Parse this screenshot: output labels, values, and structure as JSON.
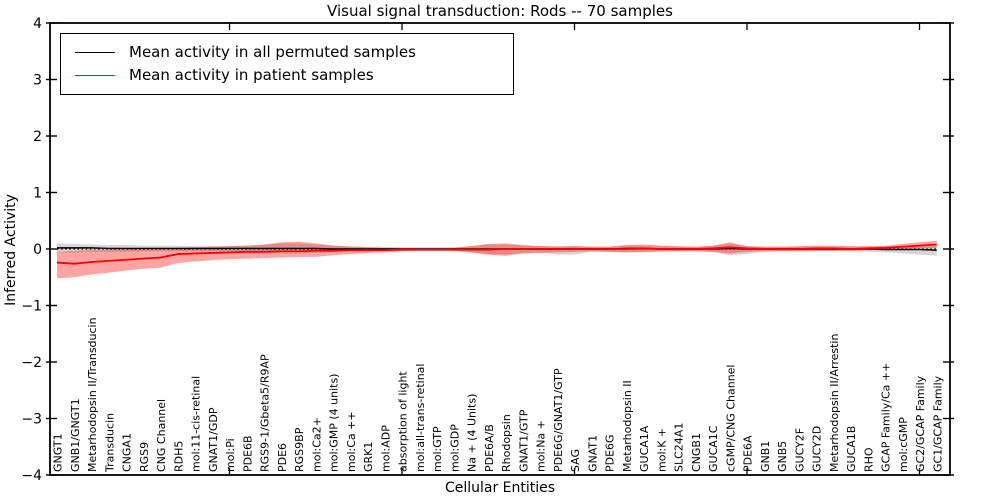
{
  "figure": {
    "title": "Visual signal transduction: Rods -- 70 samples",
    "xlabel": "Cellular Entities",
    "ylabel": "Inferred Activity"
  },
  "legend": {
    "items": [
      {
        "label": "Mean activity in all permuted samples",
        "color": "#000000"
      },
      {
        "label": "Mean activity in patient samples",
        "color": "#ff0000"
      }
    ],
    "position": "upper left"
  },
  "chart_data": {
    "type": "line",
    "title": "Visual signal transduction: Rods -- 70 samples",
    "xlabel": "Cellular Entities",
    "ylabel": "Inferred Activity",
    "ylim": [
      -4,
      4
    ],
    "yticks": [
      4,
      3,
      2,
      1,
      0,
      -1,
      -2,
      -3,
      -4
    ],
    "xtick_major_indices": [
      10,
      20,
      30,
      40,
      50
    ],
    "grid": false,
    "zero_line": {
      "value": 0,
      "style": "dotted",
      "color": "#000000"
    },
    "categories": [
      "GNGT1",
      "GNB1/GNGT1",
      "Metarhodopsin II/Transducin",
      "Transducin",
      "CNGA1",
      "RGS9",
      "CNG Channel",
      "RDH5",
      "mol:11-cis-retinal",
      "GNAT1/GDP",
      "mol:Pi",
      "PDE6B",
      "RGS9-1/Gbeta5/R9AP",
      "PDE6",
      "RGS9BP",
      "mol:Ca2+",
      "mol:GMP (4 units)",
      "mol:Ca ++",
      "GRK1",
      "mol:ADP",
      "absorption of light",
      "mol:all-trans-retinal",
      "mol:GTP",
      "mol:GDP",
      "Na + (4 Units)",
      "PDE6A/B",
      "Rhodopsin",
      "GNAT1/GTP",
      "mol:Na +",
      "PDE6G/GNAT1/GTP",
      "SAG",
      "GNAT1",
      "PDE6G",
      "Metarhodopsin II",
      "GUCA1A",
      "mol:K +",
      "SLC24A1",
      "CNGB1",
      "GUCA1C",
      "cGMP/CNG Channel",
      "PDE6A",
      "GNB1",
      "GNB5",
      "GUCY2F",
      "GUCY2D",
      "Metarhodopsin II/Arrestin",
      "GUCA1B",
      "RHO",
      "GCAP Family/Ca ++",
      "mol:cGMP",
      "GC2/GCAP Family",
      "GC1/GCAP Family"
    ],
    "series": [
      {
        "name": "Mean activity in all permuted samples",
        "line_color": "#000000",
        "band_color": "#808080",
        "band_opacity": 0.32,
        "mean": [
          0.02,
          0.02,
          0.02,
          0.01,
          0.01,
          0.01,
          0.01,
          0.01,
          0.01,
          0.01,
          0.01,
          0.01,
          0.01,
          0.01,
          0.01,
          0.01,
          0,
          0,
          0,
          0,
          0,
          0,
          0,
          0,
          0,
          0,
          0,
          0,
          0,
          0,
          0,
          0,
          0,
          0.01,
          0.01,
          0,
          0,
          0,
          0,
          0.01,
          0,
          0,
          0,
          0,
          0,
          0,
          0,
          0,
          -0.01,
          -0.01,
          -0.01,
          -0.02
        ],
        "upper": [
          0.1,
          0.09,
          0.08,
          0.07,
          0.07,
          0.06,
          0.06,
          0.06,
          0.05,
          0.05,
          0.05,
          0.06,
          0.07,
          0.1,
          0.1,
          0.08,
          0.06,
          0.05,
          0.04,
          0.04,
          0.03,
          0.03,
          0.03,
          0.03,
          0.05,
          0.08,
          0.08,
          0.06,
          0.05,
          0.05,
          0.05,
          0.04,
          0.04,
          0.06,
          0.06,
          0.05,
          0.04,
          0.04,
          0.05,
          0.09,
          0.05,
          0.04,
          0.04,
          0.04,
          0.04,
          0.04,
          0.04,
          0.04,
          0.04,
          0.05,
          0.05,
          0.05
        ],
        "lower": [
          -0.06,
          -0.06,
          -0.05,
          -0.05,
          -0.05,
          -0.04,
          -0.04,
          -0.04,
          -0.04,
          -0.04,
          -0.04,
          -0.05,
          -0.06,
          -0.08,
          -0.08,
          -0.07,
          -0.05,
          -0.04,
          -0.04,
          -0.03,
          -0.03,
          -0.03,
          -0.03,
          -0.03,
          -0.06,
          -0.09,
          -0.1,
          -0.07,
          -0.06,
          -0.1,
          -0.1,
          -0.05,
          -0.05,
          -0.06,
          -0.06,
          -0.05,
          -0.04,
          -0.04,
          -0.05,
          -0.11,
          -0.09,
          -0.05,
          -0.04,
          -0.04,
          -0.04,
          -0.04,
          -0.04,
          -0.05,
          -0.06,
          -0.08,
          -0.1,
          -0.12
        ]
      },
      {
        "name": "Mean activity in patient samples",
        "line_color": "#ff0000",
        "band_color": "#ff0000",
        "band_opacity": 0.36,
        "mean": [
          -0.24,
          -0.26,
          -0.23,
          -0.21,
          -0.19,
          -0.17,
          -0.15,
          -0.09,
          -0.08,
          -0.07,
          -0.06,
          -0.05,
          -0.05,
          -0.04,
          -0.04,
          -0.03,
          -0.03,
          -0.02,
          -0.02,
          -0.02,
          -0.01,
          -0.01,
          -0.01,
          -0.01,
          -0.01,
          -0.01,
          0,
          0,
          0,
          0,
          0,
          0,
          0,
          0,
          0.01,
          0,
          0,
          0,
          0.01,
          0.03,
          0.01,
          0,
          0,
          0,
          0.01,
          0.01,
          0,
          0.01,
          0.02,
          0.04,
          0.06,
          0.08
        ],
        "upper": [
          -0.05,
          -0.03,
          -0.02,
          -0.01,
          0,
          0,
          0.01,
          0.02,
          0.03,
          0.04,
          0.05,
          0.06,
          0.08,
          0.12,
          0.13,
          0.1,
          0.06,
          0.04,
          0.03,
          0.02,
          0.02,
          0.02,
          0.02,
          0.02,
          0.05,
          0.09,
          0.1,
          0.07,
          0.05,
          0.04,
          0.05,
          0.04,
          0.04,
          0.07,
          0.08,
          0.06,
          0.05,
          0.04,
          0.06,
          0.12,
          0.05,
          0.04,
          0.04,
          0.05,
          0.06,
          0.06,
          0.05,
          0.05,
          0.06,
          0.09,
          0.12,
          0.15
        ],
        "lower": [
          -0.52,
          -0.5,
          -0.45,
          -0.42,
          -0.38,
          -0.35,
          -0.33,
          -0.25,
          -0.22,
          -0.2,
          -0.18,
          -0.17,
          -0.16,
          -0.15,
          -0.14,
          -0.14,
          -0.11,
          -0.09,
          -0.07,
          -0.06,
          -0.04,
          -0.03,
          -0.03,
          -0.03,
          -0.06,
          -0.1,
          -0.12,
          -0.08,
          -0.07,
          -0.06,
          -0.05,
          -0.04,
          -0.05,
          -0.06,
          -0.05,
          -0.04,
          -0.04,
          -0.04,
          -0.05,
          -0.08,
          -0.05,
          -0.04,
          -0.04,
          -0.04,
          -0.03,
          -0.03,
          -0.03,
          -0.02,
          -0.01,
          0,
          0.01,
          0.02
        ]
      }
    ]
  }
}
